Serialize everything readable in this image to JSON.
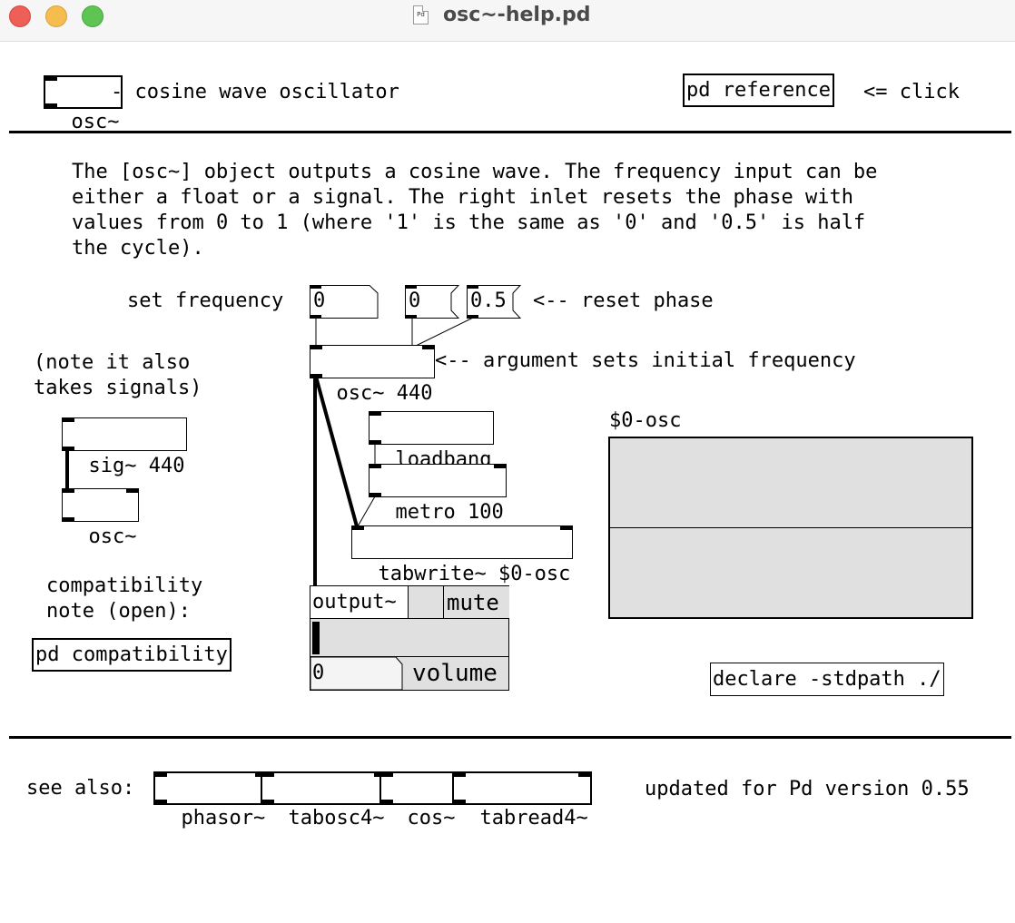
{
  "window": {
    "title": "osc~-help.pd",
    "file_icon_label": "Pd",
    "traffic_lights": [
      "close",
      "minimize",
      "maximize"
    ]
  },
  "header": {
    "object_name": "osc~",
    "description": "- cosine wave oscillator",
    "reference_button": "pd reference",
    "reference_hint": "<= click"
  },
  "intro_text": [
    "The [osc~] object outputs a cosine wave. The frequency input can be",
    "either a float or a signal. The right inlet resets the phase with",
    "values from 0 to 1 (where '1' is the same as '0' and '0.5' is half",
    "the cycle)."
  ],
  "patch": {
    "set_frequency_label": "set frequency",
    "freq_number": "0",
    "phase_number": "0",
    "phase_message": "0.5",
    "reset_phase_label": "<-- reset phase",
    "osc_object": "osc~ 440",
    "argument_label": "<-- argument sets initial frequency",
    "note_label": [
      "(note it also",
      "takes signals)"
    ],
    "sig_object": "sig~ 440",
    "osc_small_object": "osc~",
    "loadbang_object": "loadbang",
    "metro_object": "metro 100",
    "tabwrite_object": "tabwrite~ $0-osc",
    "array_name": "$0-osc",
    "compat_label": [
      "compatibility",
      "note (open):"
    ],
    "compat_button": "pd compatibility",
    "output_label": "output~",
    "mute_label": "mute",
    "volume_value": "0",
    "volume_label": "volume",
    "declare_object": "declare -stdpath ./"
  },
  "footer": {
    "see_also_label": "see also:",
    "links": [
      "phasor~",
      "tabosc4~",
      "cos~",
      "tabread4~"
    ],
    "version_text": "updated for Pd version 0.55"
  },
  "colors": {
    "canvas": "#ffffff",
    "gui_fill": "#e0e0e0",
    "traffic_close": "#ee5f57",
    "traffic_min": "#f5bd4f",
    "traffic_max": "#5ec454"
  }
}
